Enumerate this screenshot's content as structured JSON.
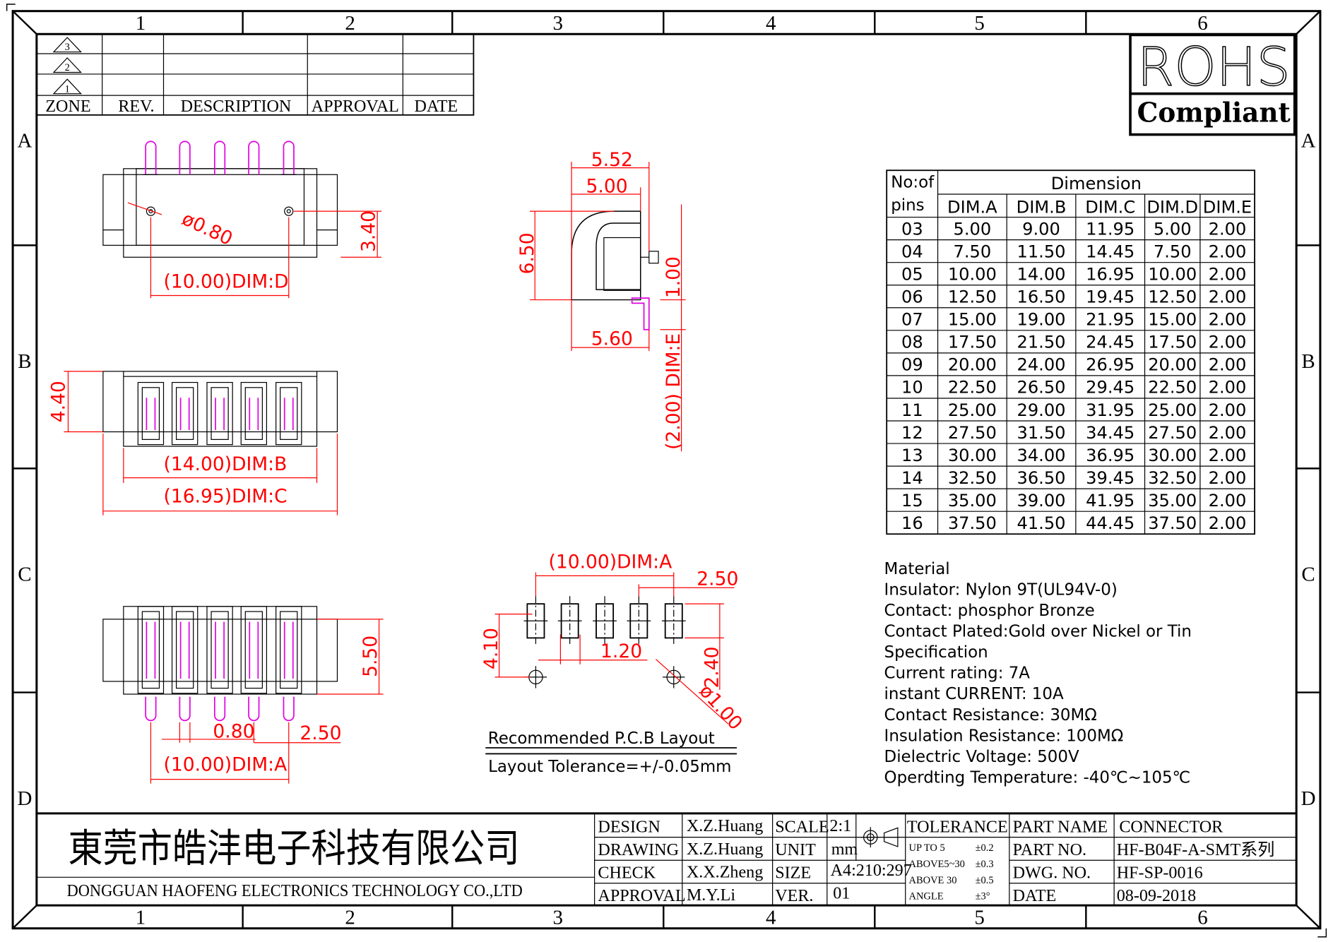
{
  "zones_top": [
    "1",
    "2",
    "3",
    "4",
    "5",
    "6"
  ],
  "zones_bottom": [
    "1",
    "2",
    "3",
    "4",
    "5",
    "6"
  ],
  "zones_side": [
    "A",
    "B",
    "C",
    "D"
  ],
  "revision_table": {
    "marks": [
      "3",
      "2",
      "1"
    ],
    "headers": [
      "ZONE",
      "REV.",
      "DESCRIPTION",
      "APPROVAL",
      "DATE"
    ]
  },
  "rohs": {
    "title": "ROHS",
    "subtitle": "Compliant"
  },
  "dimension_table": {
    "pins_header_1": "No:of",
    "pins_header_2": "pins",
    "group_header": "Dimension",
    "columns": [
      "DIM.A",
      "DIM.B",
      "DIM.C",
      "DIM.D",
      "DIM.E"
    ],
    "rows": [
      [
        "03",
        "5.00",
        "9.00",
        "11.95",
        "5.00",
        "2.00"
      ],
      [
        "04",
        "7.50",
        "11.50",
        "14.45",
        "7.50",
        "2.00"
      ],
      [
        "05",
        "10.00",
        "14.00",
        "16.95",
        "10.00",
        "2.00"
      ],
      [
        "06",
        "12.50",
        "16.50",
        "19.45",
        "12.50",
        "2.00"
      ],
      [
        "07",
        "15.00",
        "19.00",
        "21.95",
        "15.00",
        "2.00"
      ],
      [
        "08",
        "17.50",
        "21.50",
        "24.45",
        "17.50",
        "2.00"
      ],
      [
        "09",
        "20.00",
        "24.00",
        "26.95",
        "20.00",
        "2.00"
      ],
      [
        "10",
        "22.50",
        "26.50",
        "29.45",
        "22.50",
        "2.00"
      ],
      [
        "11",
        "25.00",
        "29.00",
        "31.95",
        "25.00",
        "2.00"
      ],
      [
        "12",
        "27.50",
        "31.50",
        "34.45",
        "27.50",
        "2.00"
      ],
      [
        "13",
        "30.00",
        "34.00",
        "36.95",
        "30.00",
        "2.00"
      ],
      [
        "14",
        "32.50",
        "36.50",
        "39.45",
        "32.50",
        "2.00"
      ],
      [
        "15",
        "35.00",
        "39.00",
        "41.95",
        "35.00",
        "2.00"
      ],
      [
        "16",
        "37.50",
        "41.50",
        "44.45",
        "37.50",
        "2.00"
      ]
    ]
  },
  "notes": [
    "Material",
    "Insulator:  Nylon  9T(UL94V-0)",
    "Contact:  phosphor  Bronze",
    "Contact  Plated:Gold  over  Nickel  or  Tin",
    "Specification",
    "Current  rating:  7A",
    "instant  CURRENT:  10A",
    "Contact  Resistance:  30MΩ",
    "Insulation  Resistance:  100MΩ",
    "Dielectric  Voltage:  500V",
    "Operdting  Temperature:  -40℃~105℃"
  ],
  "top_view": {
    "hole_dia": "ø0.80",
    "height": "3.40",
    "dim_d": "(10.00)DIM:D"
  },
  "front_view": {
    "height": "4.40",
    "dim_b": "(14.00)DIM:B",
    "dim_c": "(16.95)DIM:C"
  },
  "bottom_view": {
    "height": "5.50",
    "pin_width": "0.80",
    "pitch": "2.50",
    "dim_a": "(10.00)DIM:A"
  },
  "side_view": {
    "w1": "5.52",
    "w2": "5.00",
    "h": "6.50",
    "w3": "5.60",
    "lead": "1.00",
    "dim_e": "(2.00) DIM:E"
  },
  "pcb_layout": {
    "dim_a": "(10.00)DIM:A",
    "pitch": "2.50",
    "pad_offset": "4.10",
    "pad_width": "1.20",
    "pad_height": "2.40",
    "hole_dia": "ø1.00",
    "title": "Recommended  P.C.B  Layout",
    "tolerance": "Layout  Tolerance=+/-0.05mm"
  },
  "title_block": {
    "company_cn": "東莞市皓沣电子科技有限公司",
    "company_en": "DONGGUAN  HAOFENG  ELECTRONICS  TECHNOLOGY  CO.,LTD",
    "design_label": "DESIGN",
    "design_value": "X.Z.Huang",
    "drawing_label": "DRAWING",
    "drawing_value": "X.Z.Huang",
    "check_label": "CHECK",
    "check_value": "X.X.Zheng",
    "approval_label": "APPROVAL",
    "approval_value": "M.Y.Li",
    "scale_label": "SCALE",
    "scale_value": "2:1",
    "unit_label": "UNIT",
    "unit_value": "mm",
    "size_label": "SIZE",
    "size_value": "A4:210:297",
    "ver_label": "VER.",
    "ver_value": "01",
    "tolerance_label": "TOLERANCE",
    "tolerances": [
      {
        "range": "UP  TO  5",
        "value": "±0.2"
      },
      {
        "range": "ABOVE5~30",
        "value": "±0.3"
      },
      {
        "range": "ABOVE  30",
        "value": "±0.5"
      },
      {
        "range": "ANGLE",
        "value": "±3°"
      }
    ],
    "part_name_label": "PART  NAME",
    "part_name_value": "CONNECTOR",
    "part_no_label": "PART  NO.",
    "part_no_value": "HF-B04F-A-SMT系列",
    "dwg_no_label": "DWG.  NO.",
    "dwg_no_value": "HF-SP-0016",
    "date_label": "DATE",
    "date_value": "08-09-2018"
  }
}
